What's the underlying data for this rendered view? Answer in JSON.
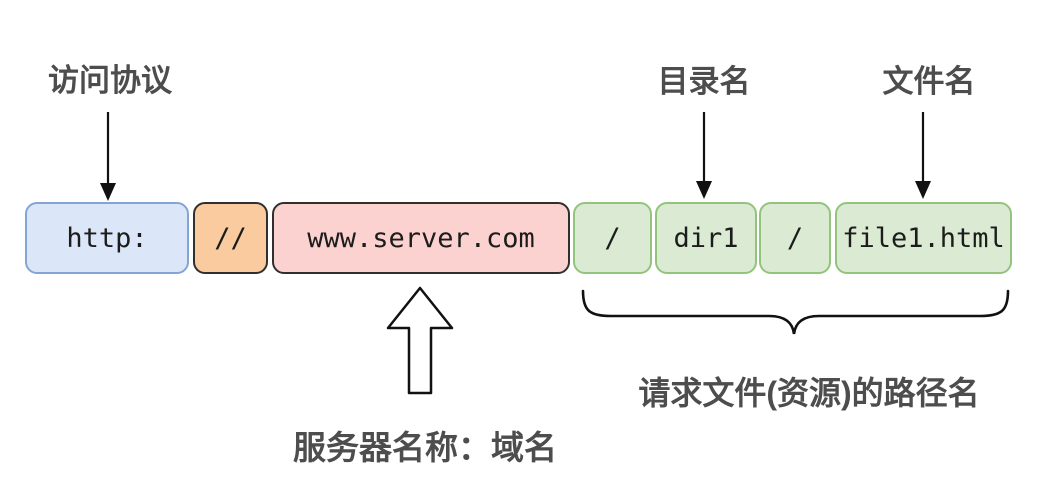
{
  "diagram": {
    "title_semantic": "URL structure explanation diagram",
    "background": "#ffffff",
    "annotations": {
      "protocol_label": "访问协议",
      "directory_label": "目录名",
      "filename_label": "文件名",
      "server_label": "服务器名称：域名",
      "path_label": "请求文件(资源)的路径名"
    },
    "url_bar": {
      "full_url": "http://www.server.com/dir1/file1.html",
      "segments": [
        {
          "text": "http:",
          "role": "protocol",
          "fill": "#dbe7f8",
          "stroke": "#85a4d3"
        },
        {
          "text": "//",
          "role": "separator",
          "fill": "#f9cb9e",
          "stroke": "#2f2f2f"
        },
        {
          "text": "www.server.com",
          "role": "domain",
          "fill": "#fcd2d0",
          "stroke": "#2f2f2f"
        },
        {
          "text": "/",
          "role": "path-slash",
          "fill": "#dbead3",
          "stroke": "#92c47d"
        },
        {
          "text": "dir1",
          "role": "directory",
          "fill": "#dbead3",
          "stroke": "#92c47d"
        },
        {
          "text": "/",
          "role": "path-slash",
          "fill": "#dbead3",
          "stroke": "#92c47d"
        },
        {
          "text": "file1.html",
          "role": "file",
          "fill": "#dbead3",
          "stroke": "#92c47d"
        }
      ]
    },
    "colors": {
      "label_text": "#4d4d4d",
      "segment_text": "#1c1c1c",
      "line": "#111111",
      "hollow_arrow_fill": "#ffffff"
    }
  }
}
